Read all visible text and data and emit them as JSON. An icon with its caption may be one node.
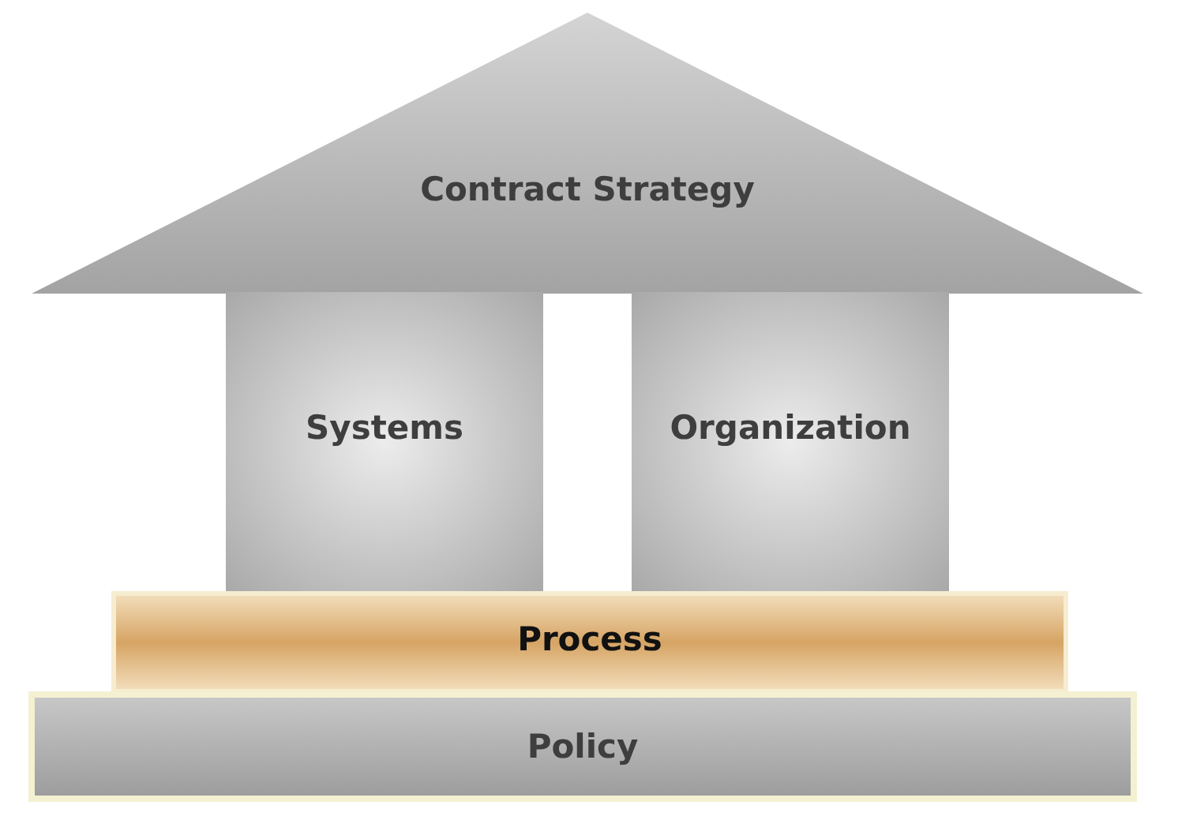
{
  "diagram": {
    "nodes": [
      {
        "text": [
          "Contract Strategy"
        ]
      },
      {
        "text": [
          "Systems"
        ]
      },
      {
        "text": [
          "Organization"
        ]
      },
      {
        "text": [
          "Process"
        ]
      },
      {
        "text": [
          "Policy"
        ]
      }
    ]
  }
}
